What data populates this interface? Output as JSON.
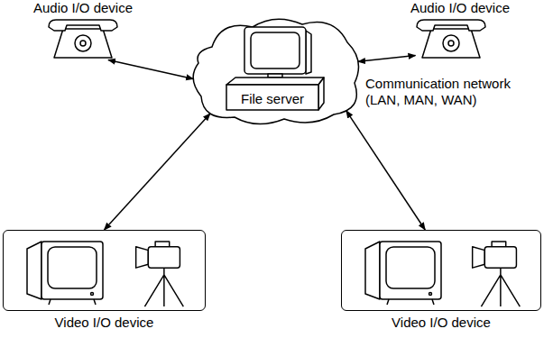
{
  "diagram": {
    "nodes": [
      {
        "text": [
          "Audio I/O device"
        ]
      },
      {
        "text": [
          "Audio I/O device"
        ]
      },
      {
        "text": [
          "Communication network (LAN, MAN, WAN)"
        ]
      },
      {
        "text": [
          "File server"
        ],
        "in": 2
      },
      {
        "text": [
          "Video I/O device"
        ]
      },
      {
        "text": [
          "Video I/O device"
        ]
      }
    ],
    "edges": [
      {
        "from": 0,
        "to": 2,
        "arrow": "both"
      },
      {
        "from": 1,
        "to": 2,
        "arrow": "both"
      },
      {
        "from": 4,
        "to": 2,
        "arrow": "both"
      },
      {
        "from": 5,
        "to": 2,
        "arrow": "both"
      }
    ]
  }
}
